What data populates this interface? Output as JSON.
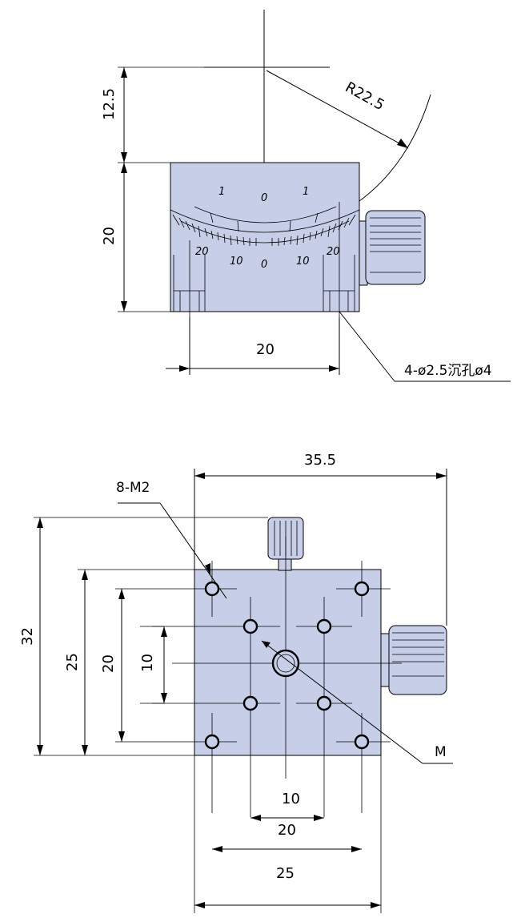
{
  "top_view": {
    "dim_height_upper": "12.5",
    "dim_height_body": "20",
    "dim_hole_spacing": "20",
    "radius_label": "R22.5",
    "scale_upper": [
      "1",
      "0",
      "1"
    ],
    "scale_lower": [
      "20",
      "10",
      "0",
      "10",
      "20"
    ],
    "hole_callout": "4-ø2.5沉孔ø4"
  },
  "bottom_view": {
    "dim_total_width": "35.5",
    "thread_label": "8-M2",
    "dim_outer_height": "32",
    "dim_body_height": "25",
    "dim_hole_height": "20",
    "dim_inner_height": "10",
    "dim_inner_width": "10",
    "dim_mid_width": "20",
    "dim_body_width": "25",
    "center_label": "M"
  }
}
